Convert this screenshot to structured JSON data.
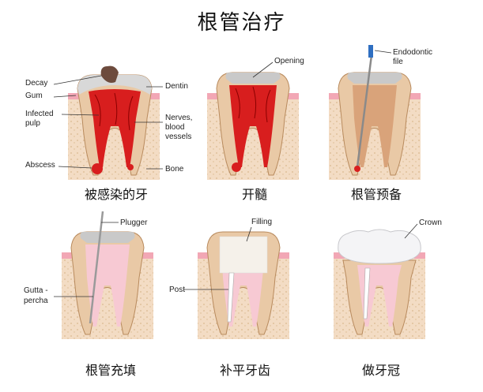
{
  "title": "根管治疗",
  "panels": [
    {
      "caption": "被感染的牙",
      "labels": {
        "decay": "Decay",
        "gum": "Gum",
        "infected": "Infected",
        "pulp": "pulp",
        "abscess": "Abscess",
        "dentin": "Dentin",
        "nerves": "Nerves,",
        "blood": "blood",
        "vessels": "vessels",
        "bone": "Bone"
      }
    },
    {
      "caption": "开髓",
      "labels": {
        "opening": "Opening"
      }
    },
    {
      "caption": "根管预备",
      "labels": {
        "endodontic": "Endodontic",
        "file": "file"
      }
    },
    {
      "caption": "根管充填",
      "labels": {
        "plugger": "Plugger",
        "gutta": "Gutta -",
        "percha": "percha"
      }
    },
    {
      "caption": "补平牙齿",
      "labels": {
        "filling": "Filling",
        "post": "Post"
      }
    },
    {
      "caption": "做牙冠",
      "labels": {
        "crown": "Crown"
      }
    }
  ],
  "colors": {
    "bone": "#f3dcc4",
    "gum": "#f2a7b5",
    "dentin": "#e9c9a6",
    "enamel": "#d8d8d8",
    "pulp_infected": "#d81e1e",
    "pulp_healthy": "#f4b7c6",
    "gutta": "#f7c9d3"
  }
}
